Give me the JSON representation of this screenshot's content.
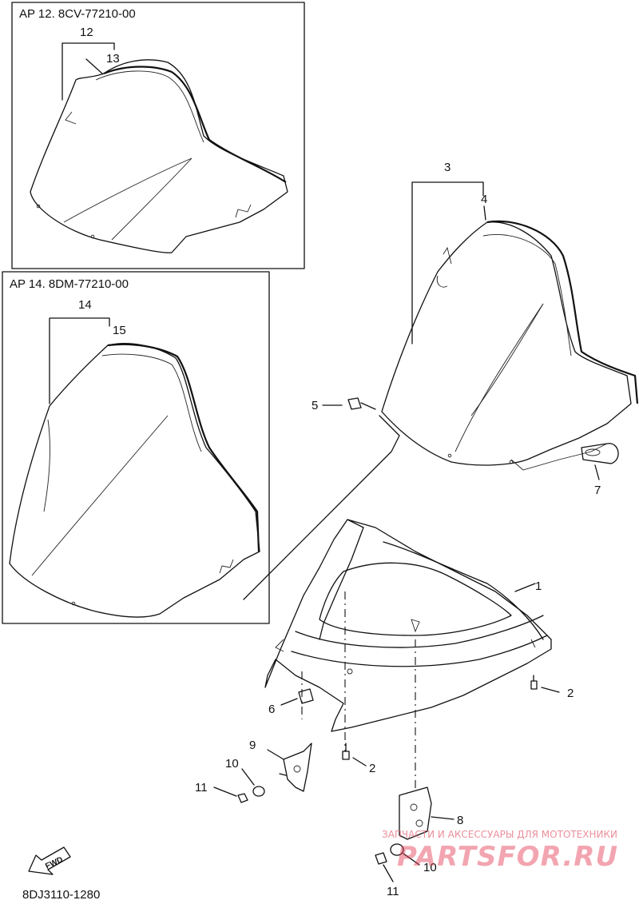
{
  "alt_boxes": [
    {
      "title": "AP 12. 8CV-77210-00",
      "labels": [
        "12",
        "13"
      ]
    },
    {
      "title": "AP 14. 8DM-77210-00",
      "labels": [
        "14",
        "15"
      ]
    }
  ],
  "callouts": {
    "c1": "1",
    "c2a": "2",
    "c2b": "2",
    "c3": "3",
    "c4": "4",
    "c5": "5",
    "c6": "6",
    "c7": "7",
    "c8": "8",
    "c9": "9",
    "c10a": "10",
    "c10b": "10",
    "c11a": "11",
    "c11b": "11"
  },
  "fwd_label": "FWD",
  "diagram_code": "8DJ3110-1280",
  "watermark": {
    "line1": "ЗАПЧАСТИ И АКСЕССУАРЫ ДЛЯ МОТОТЕХНИКИ",
    "line2": "PARTSFOR.RU"
  }
}
